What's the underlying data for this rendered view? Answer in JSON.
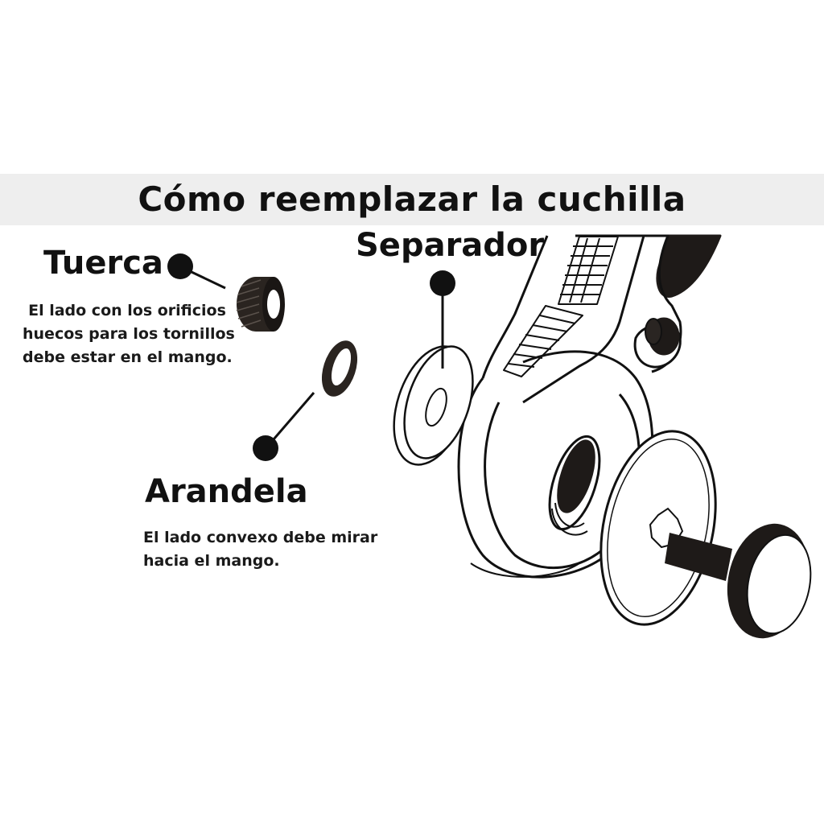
{
  "title": "Cómo reemplazar la cuchilla",
  "labels": {
    "tuerca": {
      "name": "Tuerca",
      "note": [
        "El lado con los orificios",
        "huecos para los tornillos",
        "debe estar en el mango."
      ]
    },
    "separador": {
      "name": "Separador"
    },
    "arandela": {
      "name": "Arandela",
      "note": [
        "El lado convexo debe mirar",
        "hacia el mango."
      ]
    }
  },
  "icons": [
    "nut-icon",
    "washer-icon",
    "spacer-icon",
    "rotary-cutter-icon",
    "blade-icon",
    "bolt-icon"
  ],
  "colors": {
    "title_band": "#eeeeee",
    "ink": "#111111",
    "part_dark": "#1e1a18"
  }
}
